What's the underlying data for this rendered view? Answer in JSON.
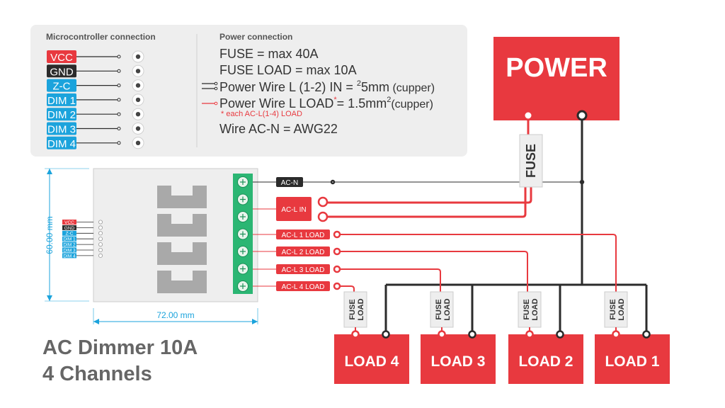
{
  "title": {
    "line1": "AC Dimmer 10A",
    "line2": "4 Channels"
  },
  "mcu": {
    "heading": "Microcontroller connection",
    "pins": [
      {
        "label": "VCC",
        "color": "#e8393f"
      },
      {
        "label": "GND",
        "color": "#2b2b2b"
      },
      {
        "label": "Z-C",
        "color": "#1ba3dc"
      },
      {
        "label": "DIM 1",
        "color": "#1ba3dc"
      },
      {
        "label": "DIM 2",
        "color": "#1ba3dc"
      },
      {
        "label": "DIM 3",
        "color": "#1ba3dc"
      },
      {
        "label": "DIM 4",
        "color": "#1ba3dc"
      }
    ]
  },
  "power_info": {
    "heading": "Power  connection",
    "fuse": "FUSE = max 40A",
    "fuse_load": "FUSE LOAD = max 10A",
    "wire_in_a": "Power Wire L (1-2) IN = ",
    "wire_in_sup": "2",
    "wire_in_b": "5mm",
    "wire_in_c": " (cupper)",
    "wire_load_a": "Power Wire L LOAD",
    "wire_load_star": "*",
    "wire_load_b": "= 1.5mm",
    "wire_load_sup": "2",
    "wire_load_c": "(cupper)",
    "note": "* each AC-L(1-4) LOAD",
    "wire_n": "Wire AC-N = AWG22"
  },
  "board": {
    "height_label": "60.00 mm",
    "width_label": "72.00 mm",
    "small_pins": [
      "VCC",
      "GND",
      "Z-C",
      "DIM 1",
      "DIM 2",
      "DIM 3",
      "DIM 4"
    ],
    "terminals": [
      {
        "label": "AC-N",
        "color": "#2b2b2b"
      },
      {
        "label": "AC-L IN",
        "color": "#e8393f"
      },
      {
        "label": "AC-L 1 LOAD",
        "color": "#e8393f"
      },
      {
        "label": "AC-L 2 LOAD",
        "color": "#e8393f"
      },
      {
        "label": "AC-L 3 LOAD",
        "color": "#e8393f"
      },
      {
        "label": "AC-L 4 LOAD",
        "color": "#e8393f"
      }
    ]
  },
  "power_box": {
    "label": "POWER",
    "color": "#e8393f"
  },
  "main_fuse": {
    "label": "FUSE"
  },
  "load_fuse": {
    "line1": "FUSE",
    "line2": "LOAD"
  },
  "loads": [
    {
      "label": "LOAD 4"
    },
    {
      "label": "LOAD 3"
    },
    {
      "label": "LOAD 2"
    },
    {
      "label": "LOAD 1"
    }
  ],
  "colors": {
    "red": "#e8393f",
    "black": "#2b2b2b",
    "blue": "#1ba3dc",
    "panel": "#eeeeee",
    "green": "#2bb673"
  }
}
